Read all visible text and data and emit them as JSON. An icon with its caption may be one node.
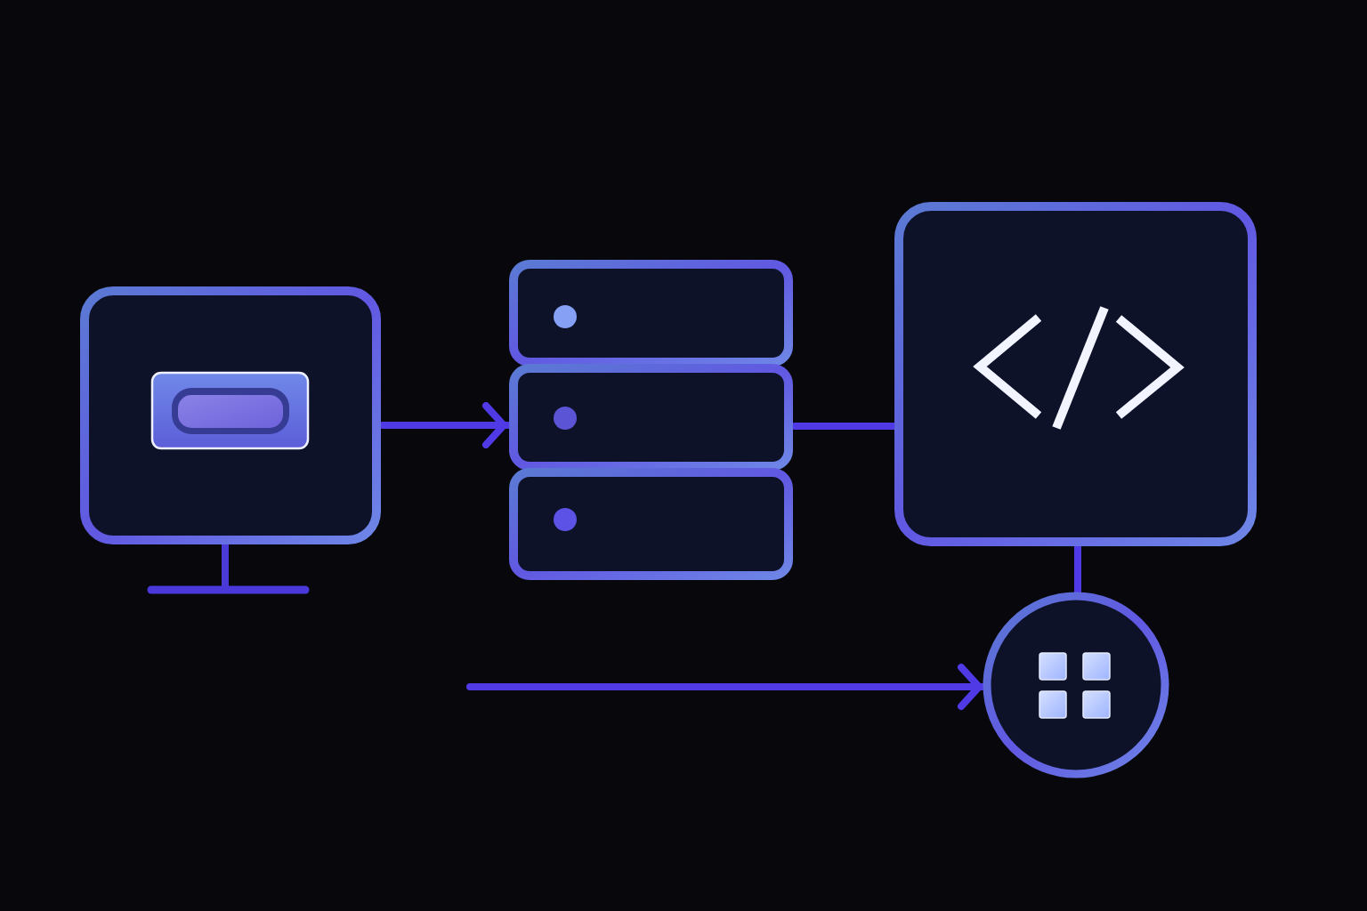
{
  "diagram": {
    "nodes": [
      {
        "text": [],
        "shape": "picture"
      },
      {
        "text": [],
        "shape": "picture"
      },
      {
        "text": [],
        "shape": "box"
      },
      {
        "text": [],
        "shape": "circle"
      }
    ],
    "edges": [
      {
        "from": 0,
        "to": 1,
        "arrow": "to"
      },
      {
        "from": 1,
        "to": 2,
        "arrow": "none"
      },
      {
        "from": 2,
        "to": 3,
        "arrow": "none"
      },
      {
        "from": null,
        "to": 3,
        "arrow": "to"
      }
    ]
  }
}
